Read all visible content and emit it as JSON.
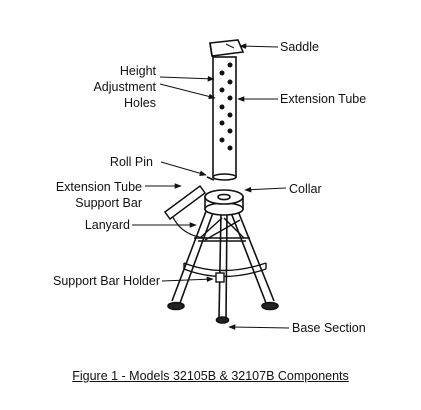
{
  "labels": {
    "saddle": "Saddle",
    "height_adjustment_holes": [
      "Height",
      "Adjustment",
      "Holes"
    ],
    "extension_tube": "Extension Tube",
    "roll_pin": "Roll Pin",
    "extension_tube_support_bar": [
      "Extension Tube",
      "Support Bar"
    ],
    "collar": "Collar",
    "lanyard": "Lanyard",
    "support_bar_holder": "Support Bar Holder",
    "base_section": "Base Section"
  },
  "caption": "Figure 1 - Models 32105B & 32107B Components",
  "colors": {
    "line": "#111111",
    "background": "#ffffff"
  }
}
